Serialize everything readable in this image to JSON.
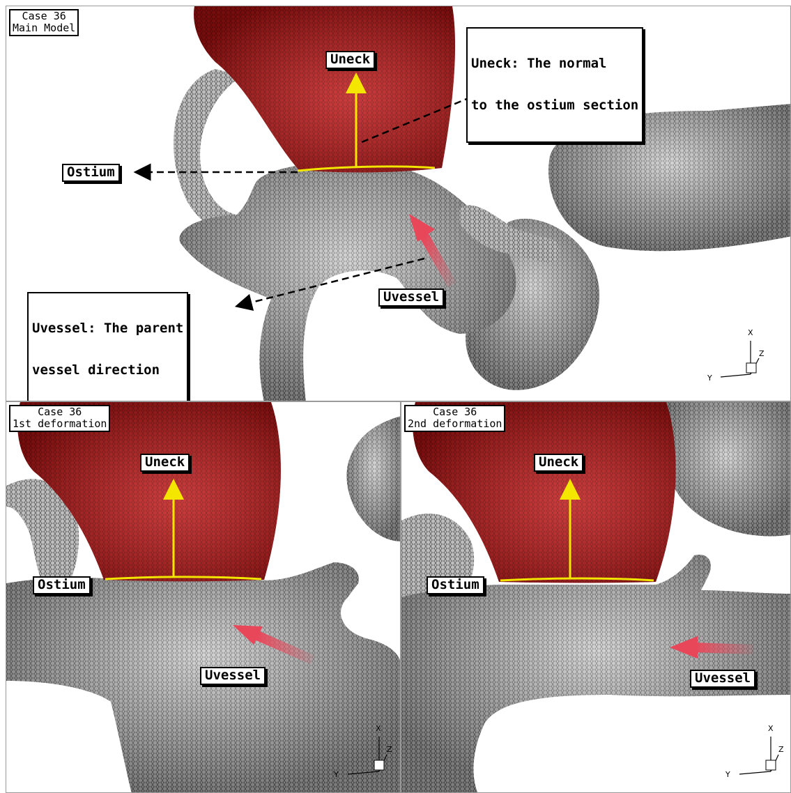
{
  "panels": [
    {
      "id": "main",
      "case_title": "Case 36",
      "case_subtitle": "Main Model",
      "labels": {
        "uneck": "Uneck",
        "uneck_note_line1": "Uneck: The normal",
        "uneck_note_line2": "to the ostium section",
        "ostium": "Ostium",
        "uvessel": "Uvessel",
        "uvessel_note_line1": "Uvessel: The parent",
        "uvessel_note_line2": "vessel direction"
      },
      "axes": {
        "x": "X",
        "y": "Y",
        "z": "Z"
      }
    },
    {
      "id": "def1",
      "case_title": "Case 36",
      "case_subtitle": "1st deformation",
      "labels": {
        "uneck": "Uneck",
        "ostium": "Ostium",
        "uvessel": "Uvessel"
      },
      "axes": {
        "x": "X",
        "y": "Y",
        "z": "Z"
      }
    },
    {
      "id": "def2",
      "case_title": "Case 36",
      "case_subtitle": "2nd deformation",
      "labels": {
        "uneck": "Uneck",
        "ostium": "Ostium",
        "uvessel": "Uvessel"
      },
      "axes": {
        "x": "X",
        "y": "Y",
        "z": "Z"
      }
    }
  ],
  "colors": {
    "aneurysm": "#b01818",
    "vessel": "#b9b9b9",
    "ostium_line": "#f2e600",
    "uneck_arrow": "#f5e600",
    "uvessel_arrow": "#e8475a"
  }
}
